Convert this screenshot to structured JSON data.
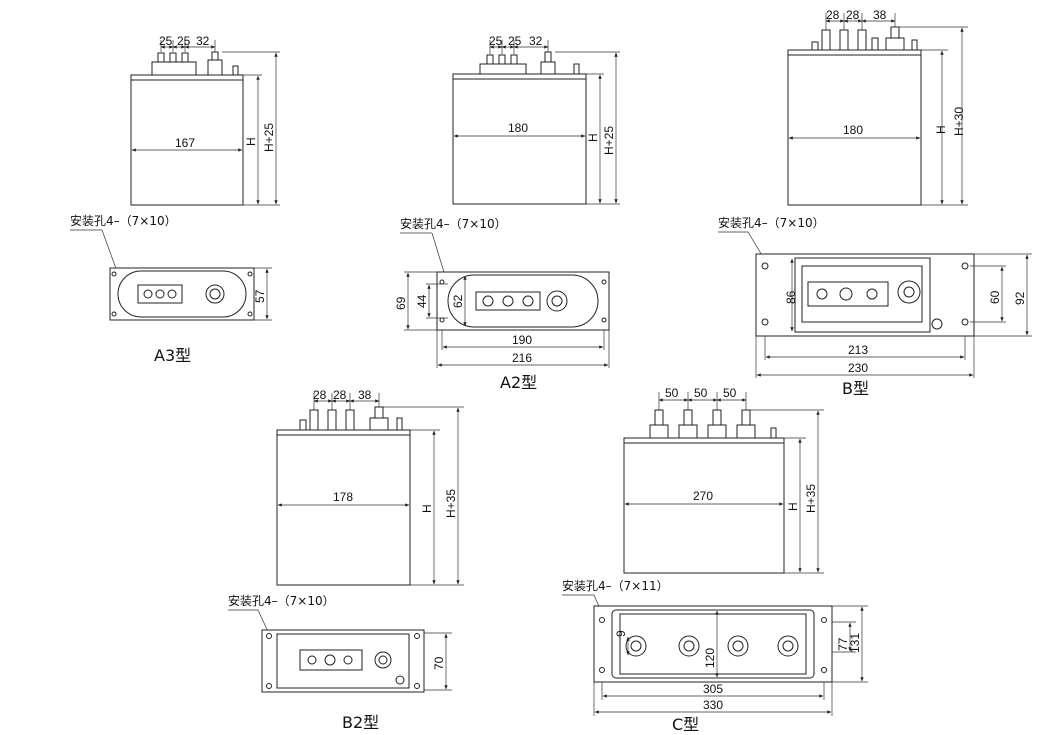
{
  "models": {
    "A3": {
      "label": "A3型",
      "terminal_pitch": [
        "25",
        "25",
        "32"
      ],
      "width": "167",
      "height": "H",
      "height_total": "H+25",
      "hole_note": "安装孔4–（7×10）",
      "base_height": "57"
    },
    "A2": {
      "label": "A2型",
      "terminal_pitch": [
        "25",
        "25",
        "32"
      ],
      "width": "180",
      "height": "H",
      "height_total": "H+25",
      "hole_note": "安装孔4–（7×10）",
      "base_outer_height": "69",
      "base_inner_height": "44",
      "body_depth": "62",
      "hole_spacing": "190",
      "base_width": "216"
    },
    "B": {
      "label": "B型",
      "terminal_pitch": [
        "28",
        "28",
        "38"
      ],
      "width": "180",
      "height": "H",
      "height_total": "H+30",
      "hole_note": "安装孔4–（7×10）",
      "body_depth": "86",
      "hole_vertical": "60",
      "base_depth": "92",
      "hole_spacing": "213",
      "base_width": "230"
    },
    "B2": {
      "label": "B2型",
      "terminal_pitch": [
        "28",
        "28",
        "38"
      ],
      "width": "178",
      "height": "H",
      "height_total": "H+35",
      "hole_note": "安装孔4–（7×10）",
      "base_height": "70"
    },
    "C": {
      "label": "C型",
      "terminal_pitch": [
        "50",
        "50",
        "50"
      ],
      "width": "270",
      "height": "H",
      "height_total": "H+35",
      "hole_note": "安装孔4–（7×11）",
      "terminal_offset": "9",
      "terminal_span": "120",
      "base_inner": "77",
      "base_outer": "131",
      "hole_spacing": "305",
      "base_width": "330"
    }
  }
}
